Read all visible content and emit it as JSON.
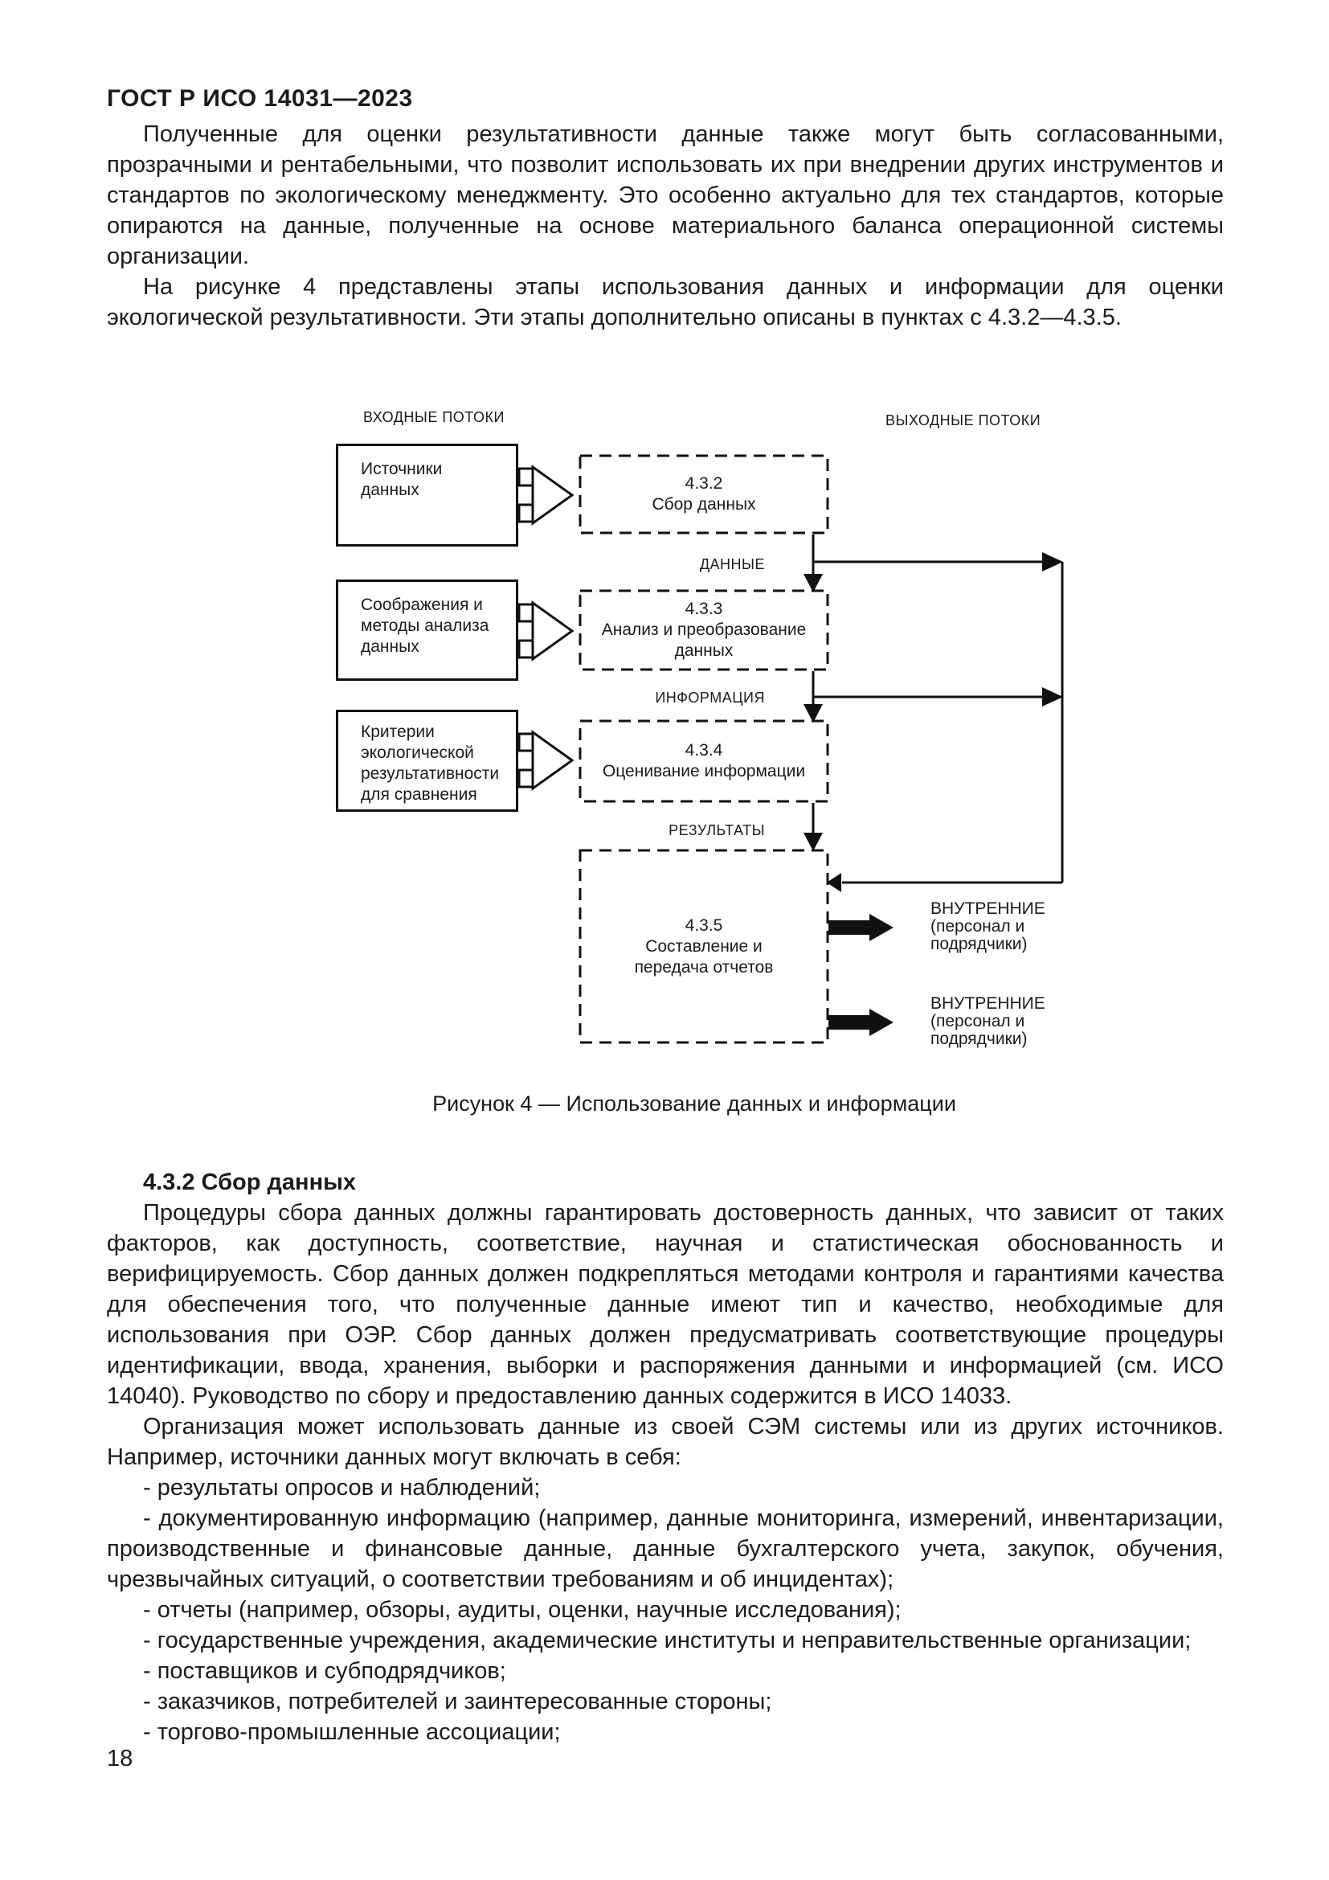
{
  "page": {
    "header": "ГОСТ Р ИСО 14031—2023",
    "page_number": "18"
  },
  "intro": {
    "p1": "Полученные для оценки результативности данные также могут быть согласованными, прозрачными и рентабельными, что позволит использовать их при внедрении других инструментов и стандартов по экологическому менеджменту. Это особенно актуально для тех стандартов, которые опираются на данные, полученные на основе материального баланса операционной системы организации.",
    "p2": "На рисунке 4 представлены этапы использования данных и информации для оценки экологической результативности. Эти этапы дополнительно описаны в пунктах с 4.3.2—4.3.5."
  },
  "figure": {
    "input_column_label": "ВХОДНЫЕ ПОТОКИ",
    "output_column_label": "ВЫХОДНЫЕ ПОТОКИ",
    "source_boxes": [
      {
        "label": "Источники\nданных"
      },
      {
        "label": "Соображения и\nметоды анализа\nданных"
      },
      {
        "label": "Критерии\nэкологической\nрезультативности\nдля сравнения"
      }
    ],
    "process_boxes": [
      {
        "num": "4.3.2",
        "label": "Сбор данных"
      },
      {
        "num": "4.3.3",
        "label": "Анализ и преобразование\nданных"
      },
      {
        "num": "4.3.4",
        "label": "Оценивание информации"
      },
      {
        "num": "4.3.5",
        "label": "Составление и\nпередача отчетов"
      }
    ],
    "flow_labels": [
      {
        "label": "ДАННЫЕ"
      },
      {
        "label": "ИНФОРМАЦИЯ"
      },
      {
        "label": "РЕЗУЛЬТАТЫ"
      }
    ],
    "audiences": [
      {
        "label": "ВНУТРЕННИЕ\n(персонал и\nподрядчики)"
      },
      {
        "label": "ВНУТРЕННИЕ\n(персонал и\nподрядчики)"
      }
    ],
    "caption": "Рисунок 4 — Использование данных и информации",
    "line_color": "#111111"
  },
  "section": {
    "heading": "4.3.2 Сбор данных",
    "p1": "Процедуры сбора данных должны гарантировать достоверность данных, что зависит от таких факторов, как доступность, соответствие, научная и статистическая обоснованность и верифицируемость. Сбор данных должен подкрепляться методами контроля и гарантиями качества для обеспечения того, что полученные данные имеют тип и качество, необходимые для использования при ОЭР. Сбор данных должен предусматривать соответствующие процедуры идентификации, ввода, хранения, выборки и распоряжения данными и информацией (см. ИСО 14040). Руководство по сбору и предоставлению данных содержится в ИСО 14033.",
    "p2": "Организация может использовать данные из своей СЭМ системы или из других источников. Например, источники данных могут включать в себя:",
    "items": [
      {
        "text": "- результаты опросов и наблюдений;"
      },
      {
        "text": "- документированную информацию (например, данные мониторинга, измерений, инвентаризации, производственные и финансовые данные, данные бухгалтерского учета, закупок, обучения, чрезвычайных ситуаций, о соответствии требованиям и об инцидентах);"
      },
      {
        "text": "- отчеты (например, обзоры, аудиты, оценки, научные исследования);"
      },
      {
        "text": "- государственные учреждения, академические институты и неправительственные организации;"
      },
      {
        "text": "- поставщиков и субподрядчиков;"
      },
      {
        "text": "- заказчиков, потребителей и заинтересованные стороны;"
      },
      {
        "text": "- торгово-промышленные ассоциации;"
      }
    ]
  }
}
